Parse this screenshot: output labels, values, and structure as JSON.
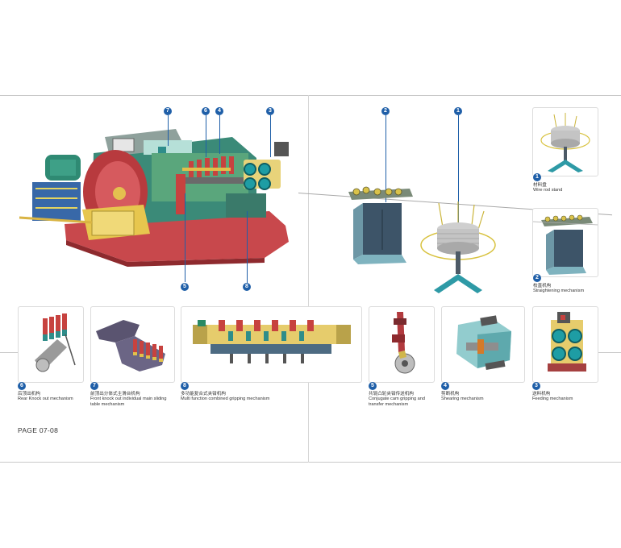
{
  "page": {
    "label": "PAGE 07-08"
  },
  "callouts": [
    "7",
    "6",
    "4",
    "3",
    "2",
    "1",
    "5",
    "8"
  ],
  "stages": [
    {
      "num": "1",
      "zh": "材料盘",
      "en": "Wire rod stand"
    },
    {
      "num": "2",
      "zh": "校直机构",
      "en": "Straightening mechanism"
    }
  ],
  "details": [
    {
      "num": "6",
      "zh": "后顶出机构",
      "en": "Rear Knock out mechanism"
    },
    {
      "num": "7",
      "zh": "前顶出分体式主滑台机构",
      "en": "Front knock out individual main sliding table mechanism"
    },
    {
      "num": "8",
      "zh": "多功能复合式夹钳机构",
      "en": "Multi function combined gripping mechanism"
    },
    {
      "num": "5",
      "zh": "共轭凸轮夹钳传送机构",
      "en": "Conjugate cam gripping and transfer mechanism"
    },
    {
      "num": "4",
      "zh": "剪断机构",
      "en": "Shearing mechanism"
    },
    {
      "num": "3",
      "zh": "送料机构",
      "en": "Feeding mechanism"
    }
  ],
  "colors": {
    "accent": "#1f5fa8"
  }
}
